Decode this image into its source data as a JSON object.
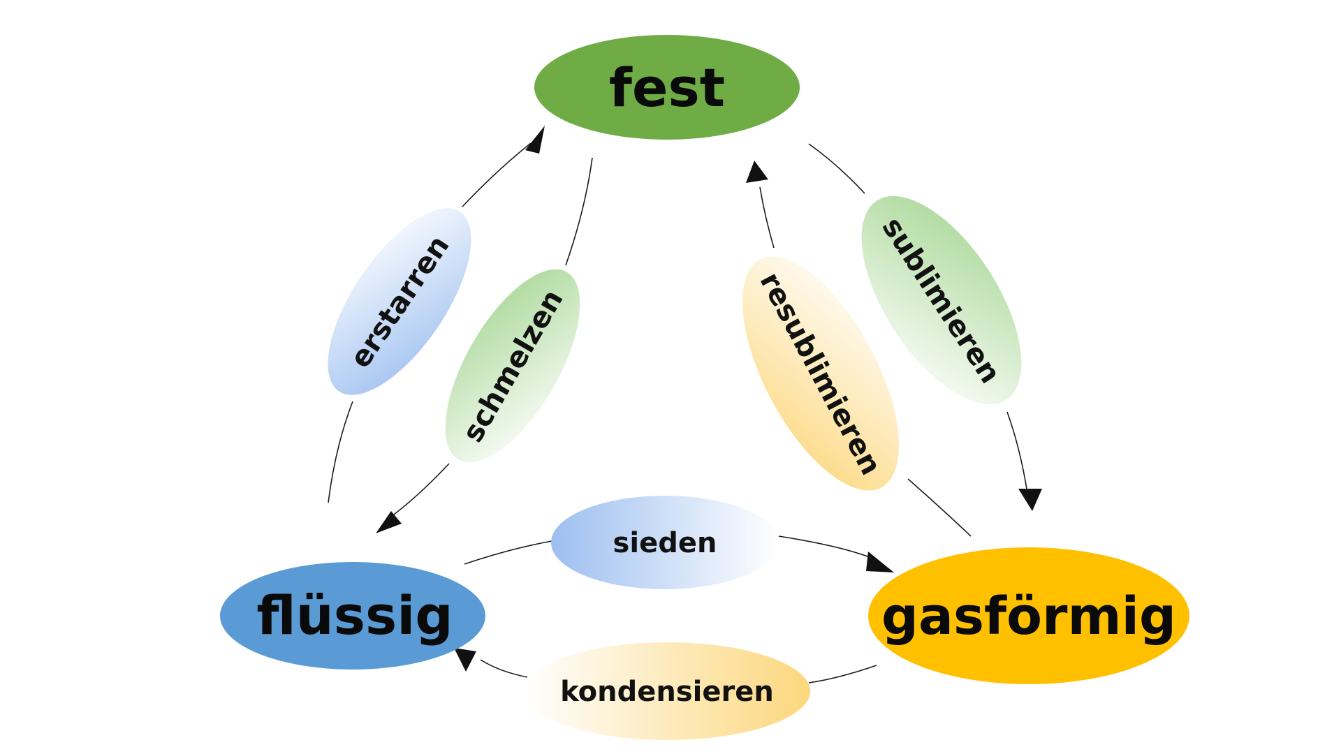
{
  "states": {
    "solid": {
      "label": "fest",
      "color": "#6fac46"
    },
    "liquid": {
      "label": "flüssig",
      "color": "#5b9bd5"
    },
    "gas": {
      "label": "gasförmig",
      "color": "#ffc000"
    }
  },
  "processes": {
    "freezing": {
      "label": "erstarren",
      "from": "flüssig",
      "to": "fest"
    },
    "melting": {
      "label": "schmelzen",
      "from": "fest",
      "to": "flüssig"
    },
    "sublimation": {
      "label": "sublimieren",
      "from": "fest",
      "to": "gasförmig"
    },
    "deposition": {
      "label": "resublimieren",
      "from": "gasförmig",
      "to": "fest"
    },
    "boiling": {
      "label": "sieden",
      "from": "flüssig",
      "to": "gasförmig"
    },
    "condensation": {
      "label": "kondensieren",
      "from": "gasförmig",
      "to": "flüssig"
    }
  },
  "colors": {
    "blue_gradient": "#a4c4f0",
    "green_gradient": "#a9d89c",
    "yellow_gradient": "#fcdc8c",
    "line": "#1a1a1a"
  }
}
